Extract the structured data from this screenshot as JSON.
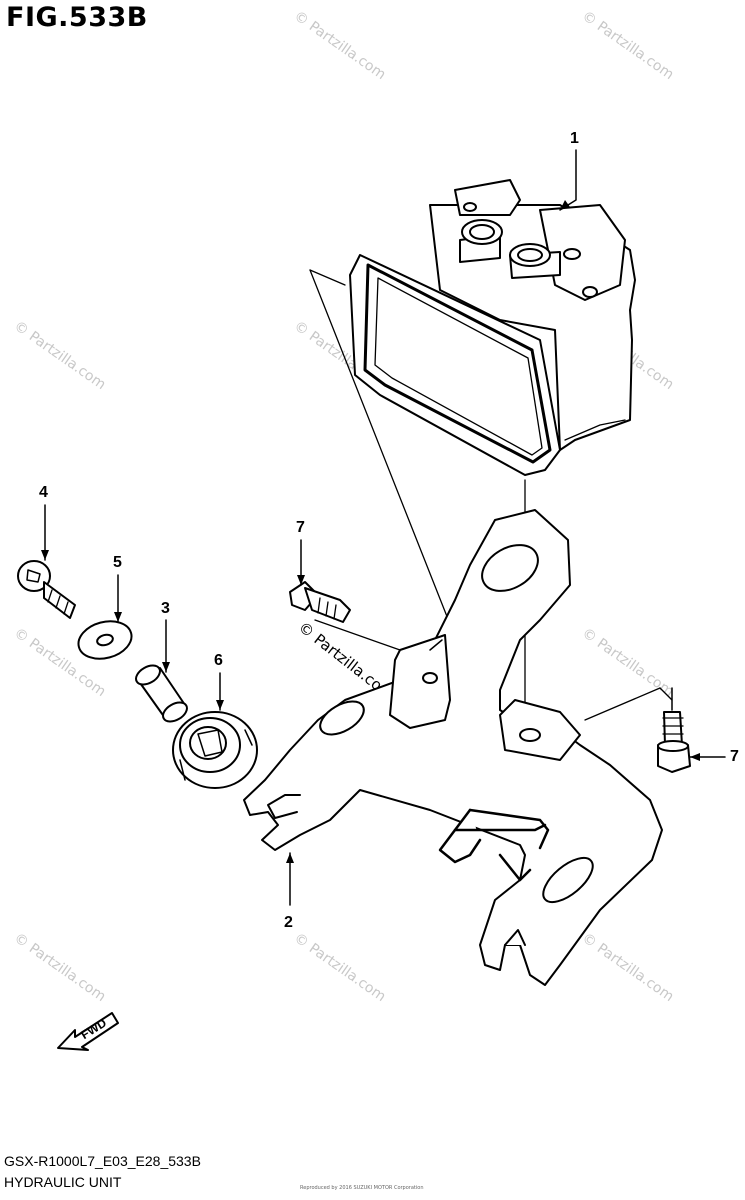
{
  "figure": {
    "title": "FIG.533B",
    "model_code": "GSX-R1000L7_E03_E28_533B",
    "section_name": "HYDRAULIC UNIT",
    "fine_print": "Reproduced by 2016 SUZUKI MOTOR Corporation"
  },
  "watermark": {
    "text": "© Partzilla.com",
    "color": "#c8c8c8"
  },
  "fwd_arrow": {
    "label": "FWD",
    "icon": "forward-arrow-icon"
  },
  "callouts": {
    "c1": "1",
    "c2": "2",
    "c3": "3",
    "c4": "4",
    "c5": "5",
    "c6": "6",
    "c7a": "7",
    "c7b": "7"
  }
}
